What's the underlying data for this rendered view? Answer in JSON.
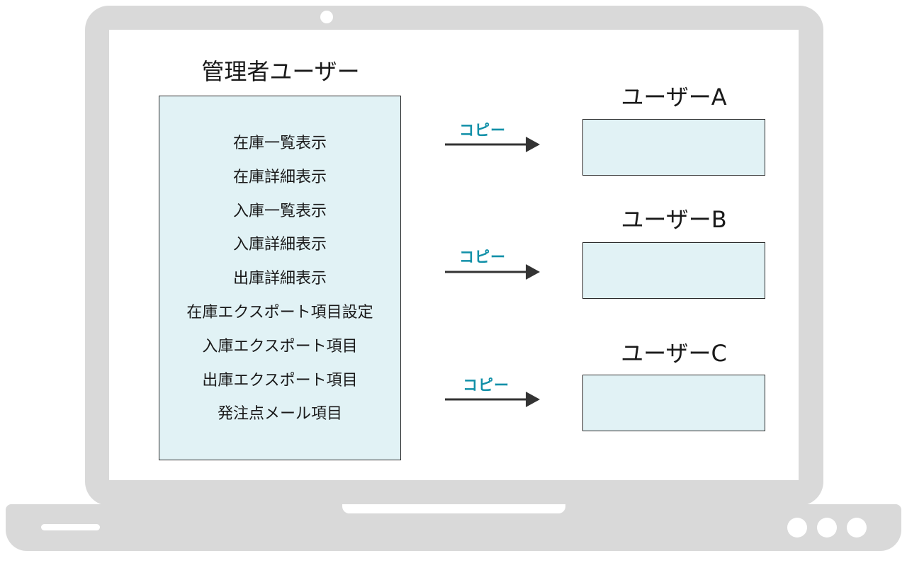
{
  "admin": {
    "title": "管理者ユーザー",
    "permissions": [
      "在庫一覧表示",
      "在庫詳細表示",
      "入庫一覧表示",
      "入庫詳細表示",
      "出庫詳細表示",
      "在庫エクスポート項目設定",
      "入庫エクスポート項目",
      "出庫エクスポート項目",
      "発注点メール項目"
    ]
  },
  "copy_label": "コピー",
  "users": [
    {
      "name": "ユーザーA"
    },
    {
      "name": "ユーザーB"
    },
    {
      "name": "ユーザーC"
    }
  ],
  "colors": {
    "box_fill": "#e1f2f5",
    "copy_text": "#1190a8",
    "arrow": "#333333",
    "laptop": "#d9d9d9"
  }
}
